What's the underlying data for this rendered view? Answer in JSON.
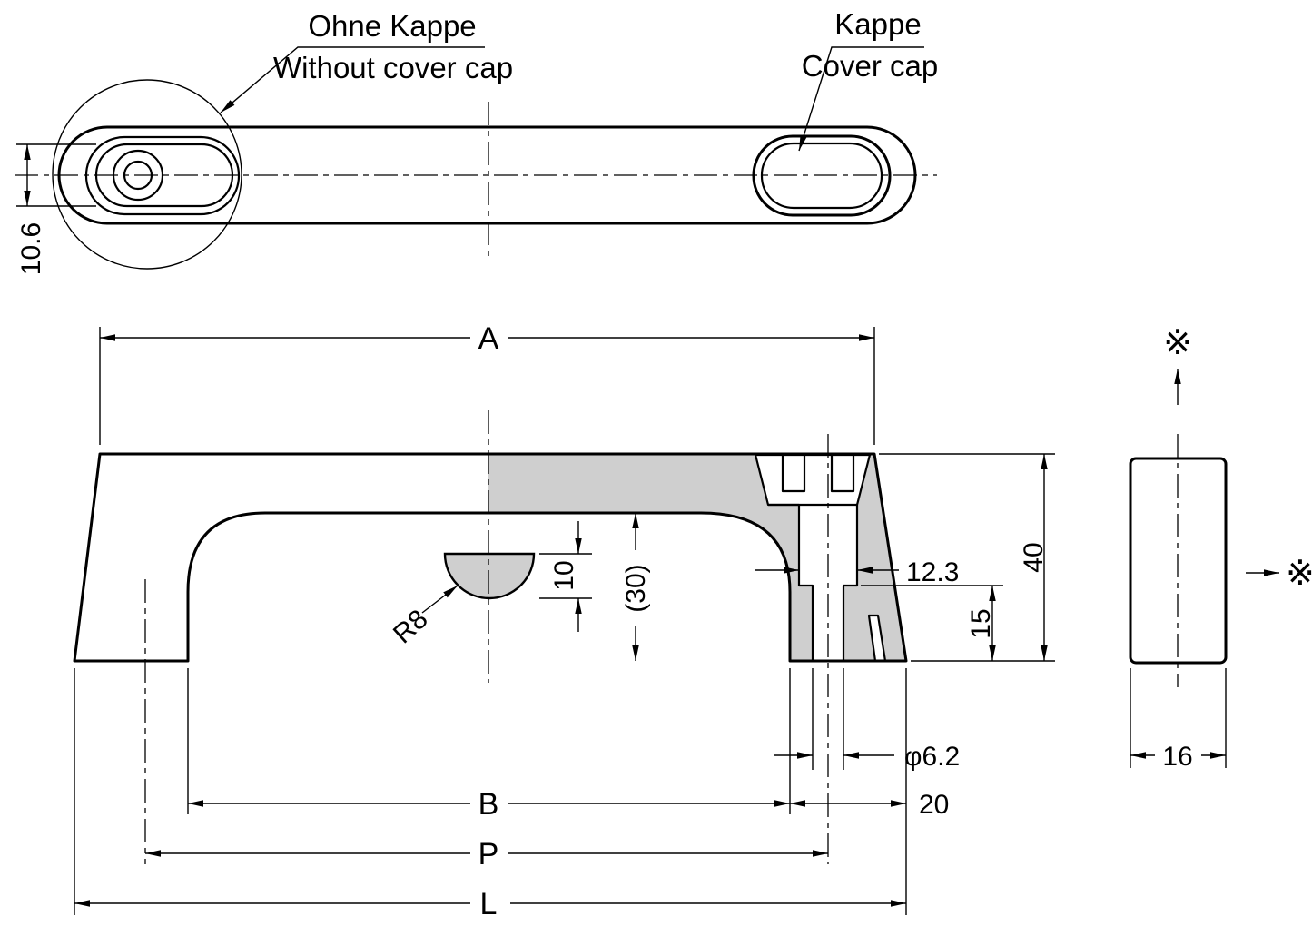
{
  "drawing": {
    "callouts": {
      "without_cap_de": "Ohne Kappe",
      "without_cap_en": "Without cover cap",
      "cap_de": "Kappe",
      "cap_en": "Cover cap"
    },
    "dims": {
      "recess_height": "10.6",
      "length_a": "A",
      "height_40": "40",
      "bore_width": "12.3",
      "bore_depth": "15",
      "inner_height": "(30)",
      "rib_height": "10",
      "rib_radius": "R8",
      "hole_diameter": "φ6.2",
      "end_width": "20",
      "inner_span": "B",
      "hole_pitch": "P",
      "overall_length": "L",
      "profile_width": "16"
    },
    "marks": {
      "reference": "※"
    }
  },
  "colors": {
    "line": "#000000",
    "section_fill": "#cfcfcf",
    "background": "#ffffff"
  }
}
